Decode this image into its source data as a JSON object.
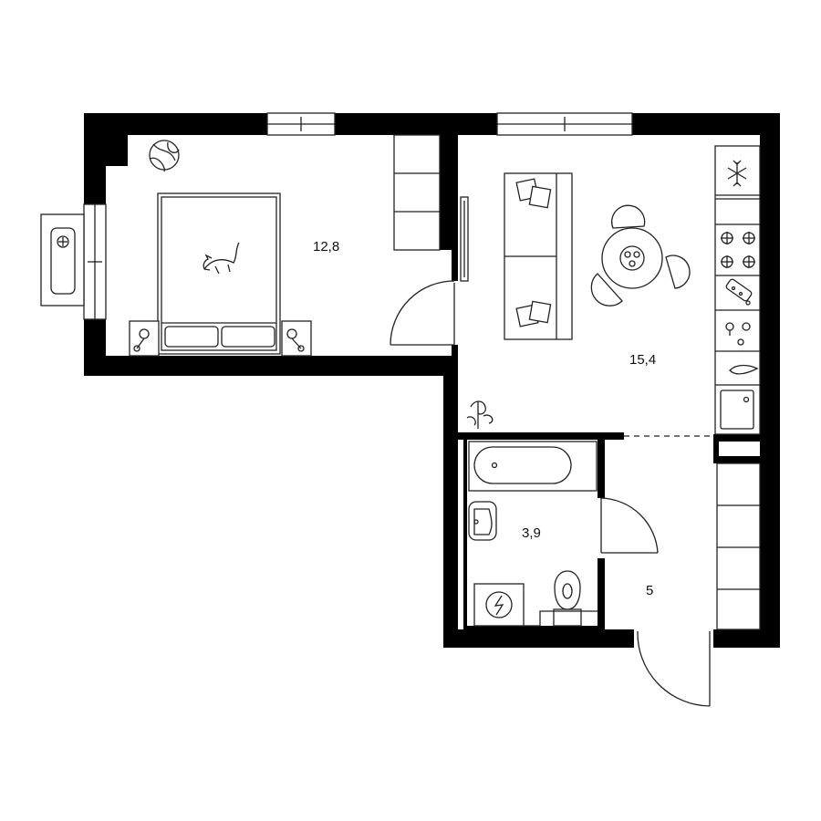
{
  "rooms": [
    {
      "id": "bedroom",
      "area": "12,8"
    },
    {
      "id": "living-kitchen",
      "area": "15,4"
    },
    {
      "id": "bathroom",
      "area": "3,9"
    },
    {
      "id": "hallway",
      "area": "5"
    }
  ],
  "colors": {
    "wall": "#000000",
    "line": "#222222",
    "background": "#ffffff"
  }
}
